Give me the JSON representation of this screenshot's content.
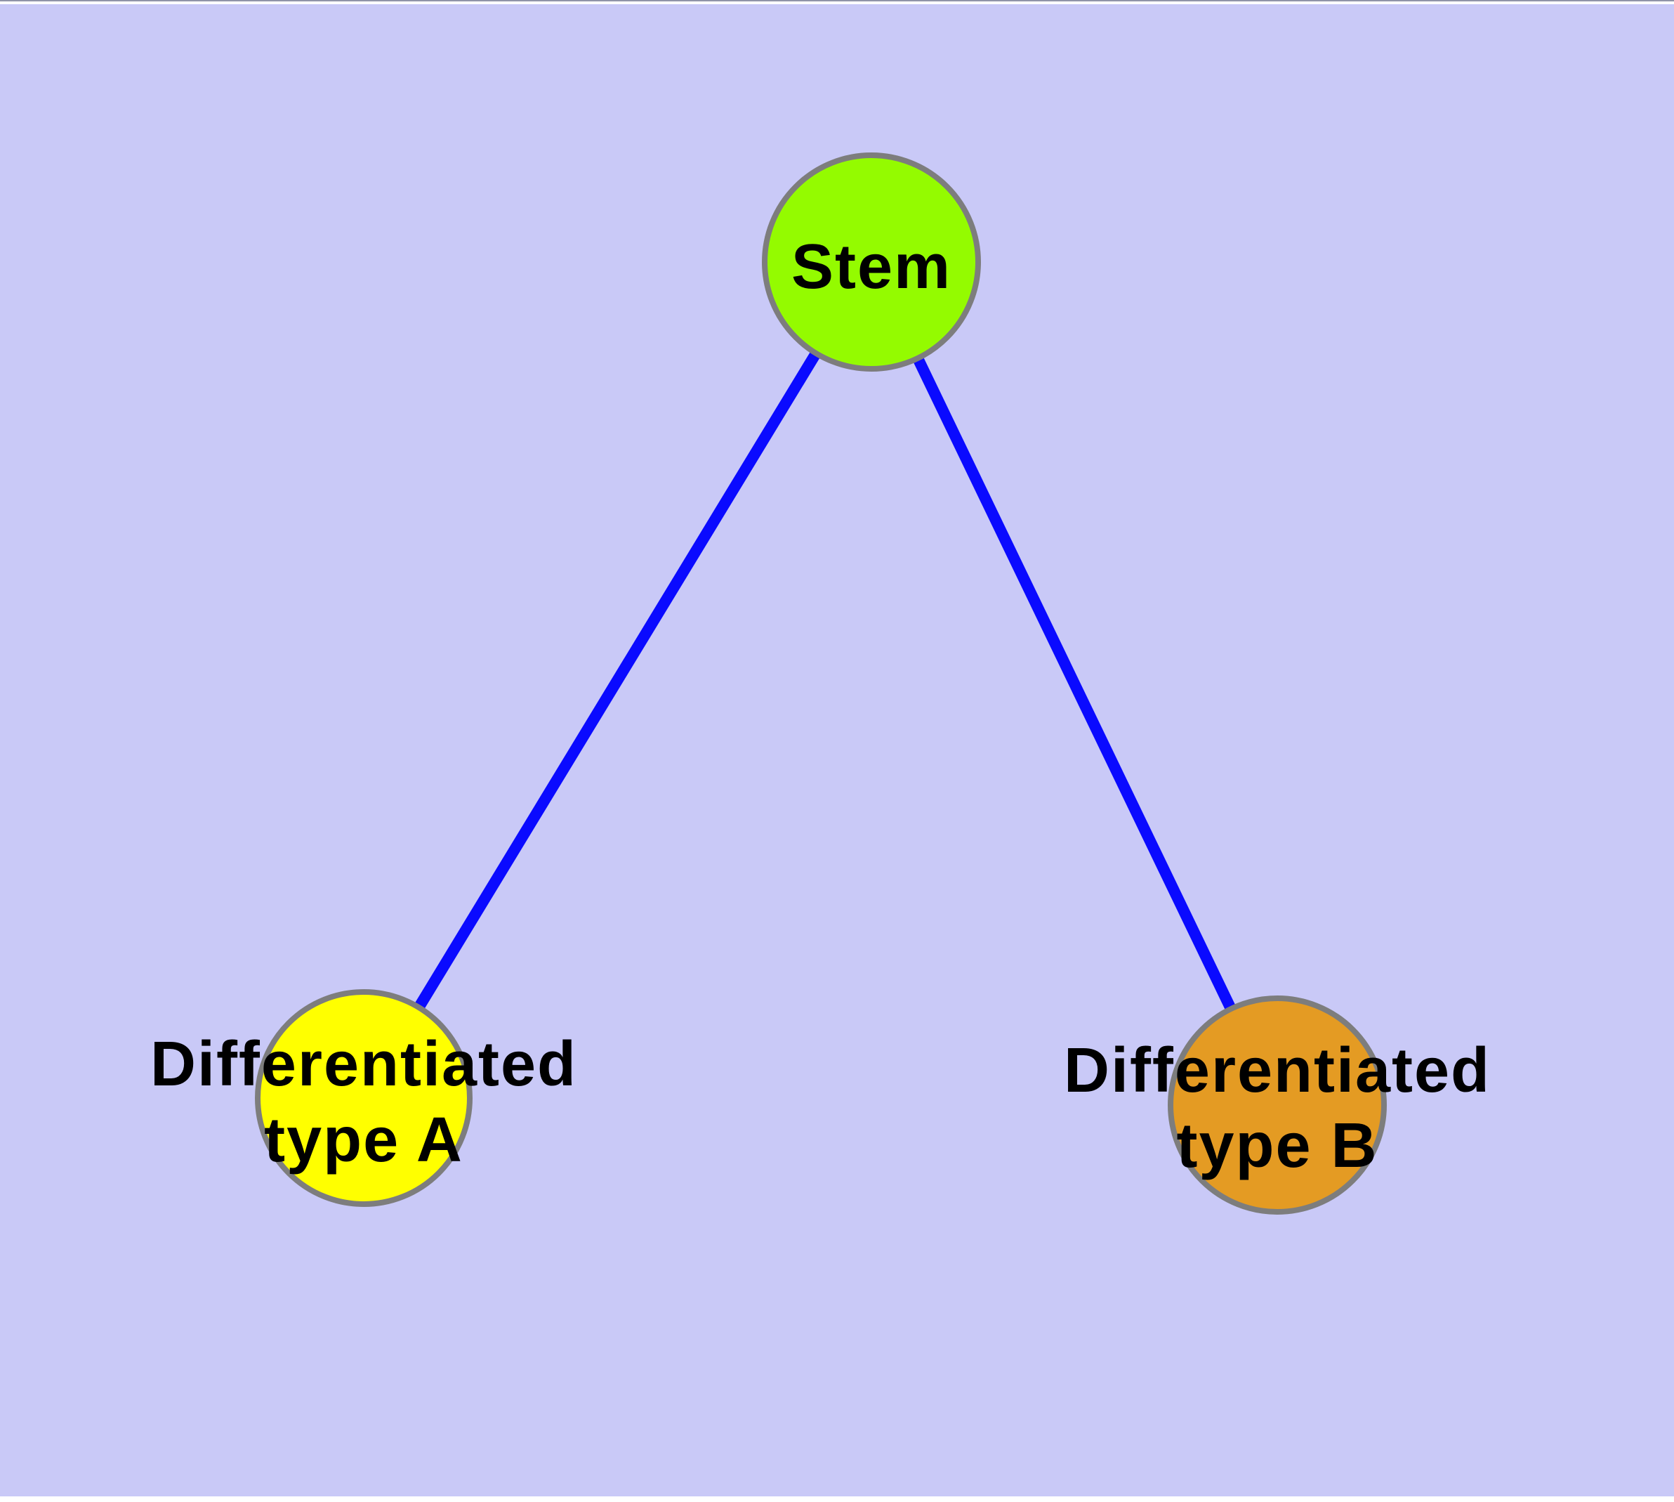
{
  "diagram": {
    "type": "graph",
    "page_color": "#ffffff",
    "panel_color": "#c9c9f7",
    "top_hairline_color": "#9094a8",
    "edge_color": "#0a0aff",
    "node_border_color": "#7d7d7d",
    "label_color": "#000000",
    "nodes": [
      {
        "id": "stem",
        "label_lines": [
          "Stem"
        ],
        "fill": "#94fb00"
      },
      {
        "id": "differentiated-type-a",
        "label_lines": [
          "Differentiated",
          "type A"
        ],
        "fill": "#ffff00"
      },
      {
        "id": "differentiated-type-b",
        "label_lines": [
          "Differentiated",
          "type B"
        ],
        "fill": "#e49b23"
      }
    ],
    "edges": [
      {
        "from": "stem",
        "to": "differentiated-type-a"
      },
      {
        "from": "stem",
        "to": "differentiated-type-b"
      }
    ]
  }
}
